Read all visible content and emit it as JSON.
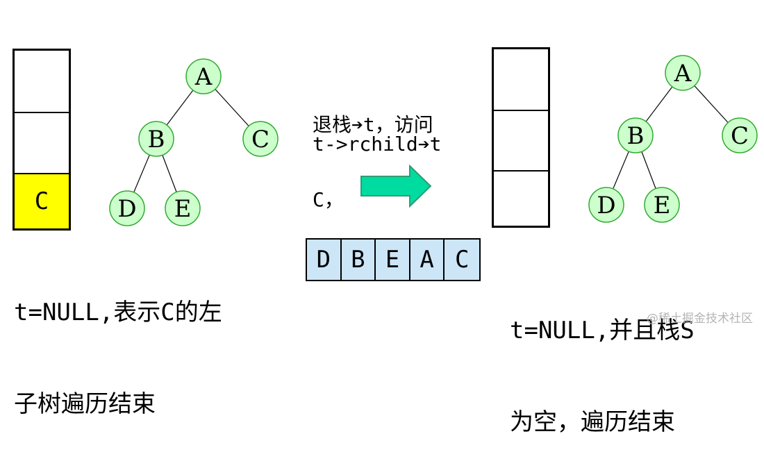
{
  "colors": {
    "node_fill": "#ccffcc",
    "node_stroke": "#33aa33",
    "stack_top_fill": "#ffff00",
    "sequence_fill": "#cce6f7",
    "arrow_fill": "#00dba0",
    "arrow_stroke": "#2f9c74"
  },
  "left_panel": {
    "stack": {
      "cells": [
        "",
        "",
        "C"
      ]
    },
    "tree": {
      "nodes": [
        {
          "id": "A",
          "label": "A"
        },
        {
          "id": "B",
          "label": "B"
        },
        {
          "id": "C",
          "label": "C"
        },
        {
          "id": "D",
          "label": "D"
        },
        {
          "id": "E",
          "label": "E"
        }
      ],
      "edges": [
        [
          "A",
          "B"
        ],
        [
          "A",
          "C"
        ],
        [
          "B",
          "D"
        ],
        [
          "B",
          "E"
        ]
      ]
    },
    "caption_line1": "t=NULL,表示C的左",
    "caption_line2": "子树遍历结束"
  },
  "middle": {
    "step_line1": "退栈➔t，访问",
    "step_line2": "C，",
    "step_line3": "t->rchild➔t",
    "arrow_icon": "right-arrow-icon",
    "sequence": [
      "D",
      "B",
      "E",
      "A",
      "C"
    ]
  },
  "right_panel": {
    "stack": {
      "cells": [
        "",
        "",
        ""
      ]
    },
    "tree": {
      "nodes": [
        {
          "id": "A",
          "label": "A"
        },
        {
          "id": "B",
          "label": "B"
        },
        {
          "id": "C",
          "label": "C"
        },
        {
          "id": "D",
          "label": "D"
        },
        {
          "id": "E",
          "label": "E"
        }
      ],
      "edges": [
        [
          "A",
          "B"
        ],
        [
          "A",
          "C"
        ],
        [
          "B",
          "D"
        ],
        [
          "B",
          "E"
        ]
      ]
    },
    "caption_line1": "t=NULL,并且栈S",
    "caption_line2": "为空，遍历结束"
  },
  "watermark": "@稀土掘金技术社区"
}
